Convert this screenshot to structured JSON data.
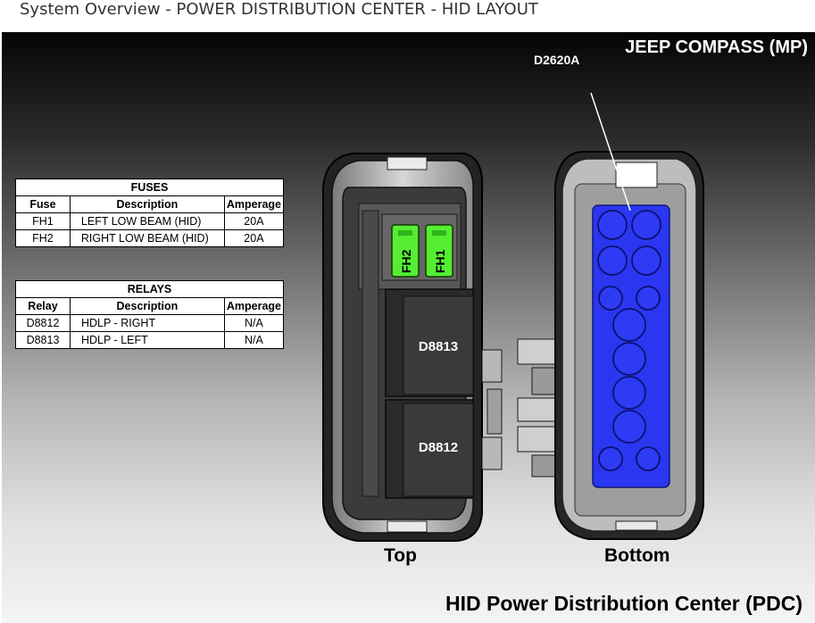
{
  "page_title": "System Overview - POWER DISTRIBUTION CENTER - HID LAYOUT",
  "vehicle_label": "JEEP COMPASS (MP)",
  "diagram_title": "HID Power Distribution Center (PDC)",
  "view_labels": {
    "top": "Top",
    "bottom": "Bottom"
  },
  "connector_callout": "D2620A",
  "fuses": {
    "title": "FUSES",
    "headers": [
      "Fuse",
      "Description",
      "Amperage"
    ],
    "rows": [
      [
        "FH1",
        "LEFT LOW BEAM (HID)",
        "20A"
      ],
      [
        "FH2",
        "RIGHT LOW BEAM (HID)",
        "20A"
      ]
    ]
  },
  "relays": {
    "title": "RELAYS",
    "headers": [
      "Relay",
      "Description",
      "Amperage"
    ],
    "rows": [
      [
        "D8812",
        "HDLP - RIGHT",
        "N/A"
      ],
      [
        "D8813",
        "HDLP - LEFT",
        "N/A"
      ]
    ]
  },
  "fuse_labels": [
    "FH2",
    "FH1"
  ],
  "relay_labels": [
    "D8813",
    "D8812"
  ],
  "colors": {
    "fuse_green": "#55ee33",
    "connector_blue": "#2a36f0",
    "relay_dark": "#3a3a3a"
  }
}
